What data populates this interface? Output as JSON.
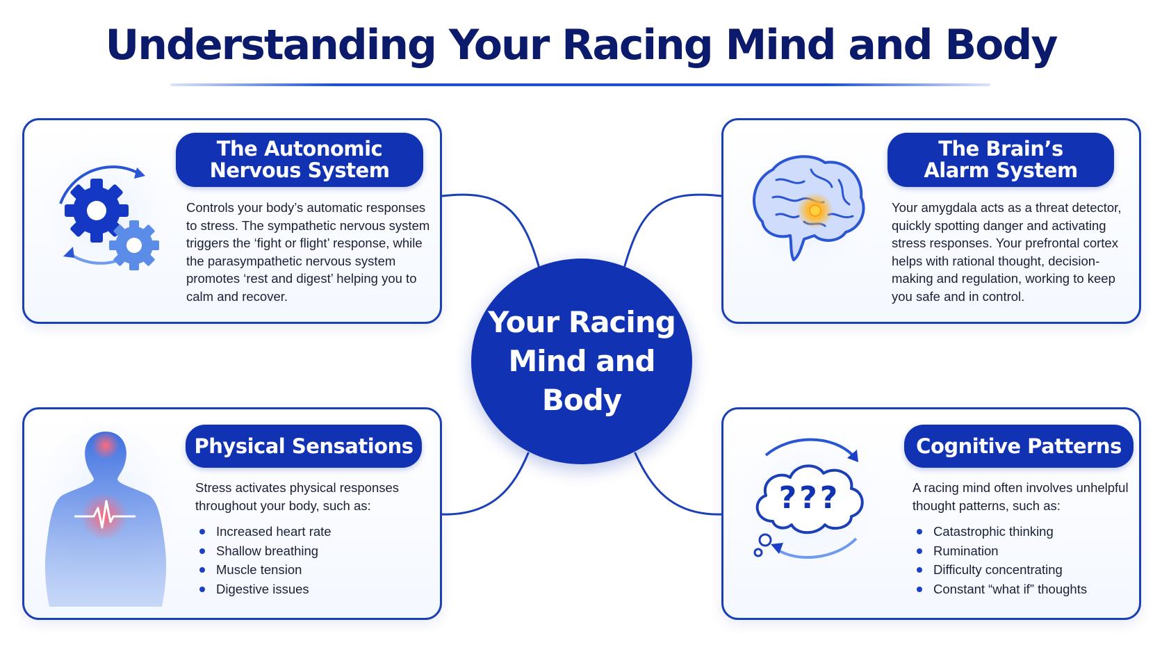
{
  "title": "Understanding Your Racing Mind and Body",
  "center": {
    "label": "Your Racing Mind and Body"
  },
  "cards": {
    "autonomic": {
      "heading_line1": "The Autonomic",
      "heading_line2": "Nervous System",
      "text": "Controls your body’s automatic responses to stress. The sympathetic nervous system triggers the ‘fight or flight’ response, while the parasympathetic nervous system promotes ‘rest and digest’ helping you to calm and recover.",
      "icon": "gears-icon"
    },
    "brain_alarm": {
      "heading_line1": "The Brain’s",
      "heading_line2": "Alarm System",
      "text": "Your amygdala acts as a threat detector, quickly spotting danger and activating stress responses. Your prefrontal cortex helps with rational thought, decision-making and regulation, working to keep you safe and in control.",
      "icon": "brain-icon"
    },
    "physical": {
      "heading": "Physical Sensations",
      "intro": "Stress activates physical responses throughout your body, such as:",
      "items": [
        "Increased heart rate",
        "Shallow breathing",
        "Muscle tension",
        "Digestive issues"
      ],
      "icon": "body-silhouette-icon"
    },
    "cognitive": {
      "heading": "Cognitive Patterns",
      "intro": "A racing mind often involves unhelpful thought patterns, such as:",
      "items": [
        "Catastrophic thinking",
        "Rumination",
        "Difficulty concentrating",
        "Constant “what if” thoughts"
      ],
      "icon": "thought-cloud-icon"
    }
  },
  "colors": {
    "title": "#0b1a6b",
    "primary": "#1232b4",
    "border": "#1b3fb5",
    "accent_light": "#6f9bef"
  }
}
